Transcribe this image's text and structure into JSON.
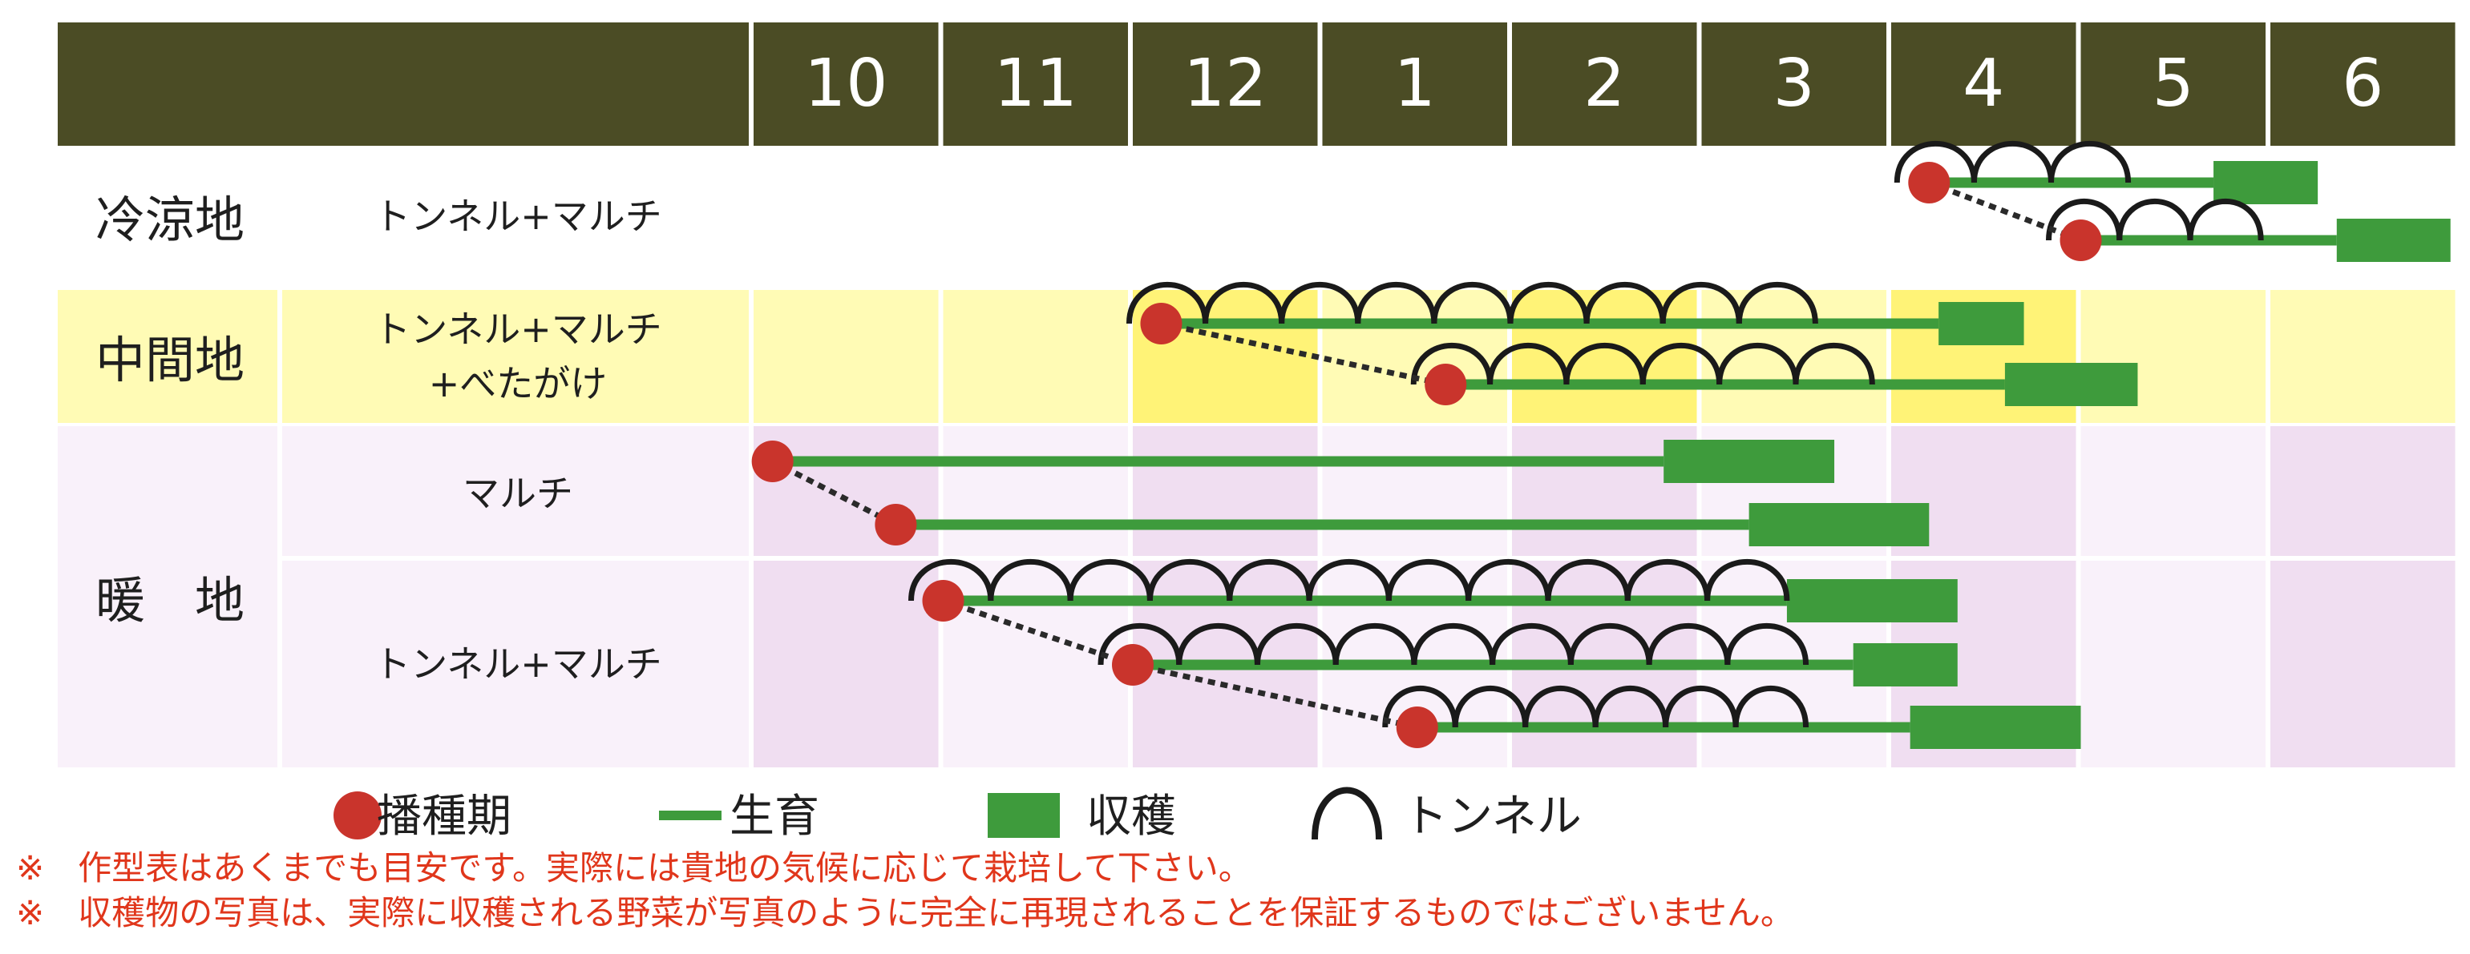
{
  "chart_data": {
    "type": "gantt",
    "months": [
      "10",
      "11",
      "12",
      "1",
      "2",
      "3",
      "4",
      "5",
      "6"
    ],
    "regions": [
      {
        "name": "冷涼地",
        "band_color": "#ffffff",
        "methods": [
          {
            "label_lines": [
              "トンネル+マルチ"
            ],
            "sowings": [
              {
                "sow": 6.2,
                "tunnel_end": 7.25,
                "growth_end": 7.7,
                "harvest_start": 7.7,
                "harvest_end": 8.25
              },
              {
                "sow": 7.0,
                "tunnel_end": 7.95,
                "growth_end": 8.35,
                "harvest_start": 8.35,
                "harvest_end": 8.95
              }
            ]
          }
        ]
      },
      {
        "name": "中間地",
        "band_color": "#fffbb5",
        "highlight_color": "#fff377",
        "highlight_cells": [
          [
            2,
            0
          ],
          [
            3,
            1
          ],
          [
            4,
            0
          ],
          [
            6,
            0
          ]
        ],
        "methods": [
          {
            "label_lines": [
              "トンネル+マルチ",
              "+べたがけ"
            ],
            "sowings": [
              {
                "sow": 2.15,
                "tunnel_end": 5.6,
                "growth_end": 6.25,
                "harvest_start": 6.25,
                "harvest_end": 6.7
              },
              {
                "sow": 3.65,
                "tunnel_end": 5.9,
                "growth_end": 6.6,
                "harvest_start": 6.6,
                "harvest_end": 7.3
              }
            ]
          }
        ]
      },
      {
        "name": "暖　地",
        "band_color": "#f9f1fa",
        "highlight_color": "#f0def1",
        "highlight_cells": [
          [
            0,
            0
          ],
          [
            2,
            0
          ],
          [
            4,
            0
          ],
          [
            6,
            0
          ],
          [
            8,
            0
          ],
          [
            0,
            1
          ],
          [
            2,
            1
          ],
          [
            4,
            1
          ],
          [
            6,
            1
          ],
          [
            8,
            1
          ]
        ],
        "methods": [
          {
            "label_lines": [
              "マルチ"
            ],
            "sowings": [
              {
                "sow": 0.1,
                "tunnel_end": null,
                "growth_end": 4.8,
                "harvest_start": 4.8,
                "harvest_end": 5.7
              },
              {
                "sow": 0.75,
                "tunnel_end": null,
                "growth_end": 5.25,
                "harvest_start": 5.25,
                "harvest_end": 6.2
              }
            ]
          },
          {
            "label_lines": [
              "トンネル+マルチ"
            ],
            "sowings": [
              {
                "sow": 1.0,
                "tunnel_end": 5.45,
                "growth_end": 5.45,
                "harvest_start": 5.45,
                "harvest_end": 6.35
              },
              {
                "sow": 2.0,
                "tunnel_end": 5.55,
                "growth_end": 5.8,
                "harvest_start": 5.8,
                "harvest_end": 6.35
              },
              {
                "sow": 3.5,
                "tunnel_end": 5.55,
                "growth_end": 6.1,
                "harvest_start": 6.1,
                "harvest_end": 7.0
              }
            ]
          }
        ]
      }
    ],
    "legend": [
      {
        "key": "sow",
        "label": "播種期"
      },
      {
        "key": "growth",
        "label": "生育"
      },
      {
        "key": "harvest",
        "label": "収穫"
      },
      {
        "key": "tunnel",
        "label": "トンネル"
      }
    ],
    "notes": [
      "※　作型表はあくまでも目安です。実際には貴地の気候に応じて栽培して下さい。",
      "※　収穫物の写真は、実際に収穫される野菜が写真のように完全に再現されることを保証するものではございません。"
    ],
    "colors": {
      "header": "#4b4c25",
      "header_text": "#ffffff",
      "sow": "#c9342c",
      "growth": "#3e9b3c",
      "harvest": "#3e9b3c",
      "tunnel": "#1a1a1a",
      "link": "#2a2a2a",
      "notes": "#e0361b",
      "text": "#1f1f1f"
    }
  }
}
